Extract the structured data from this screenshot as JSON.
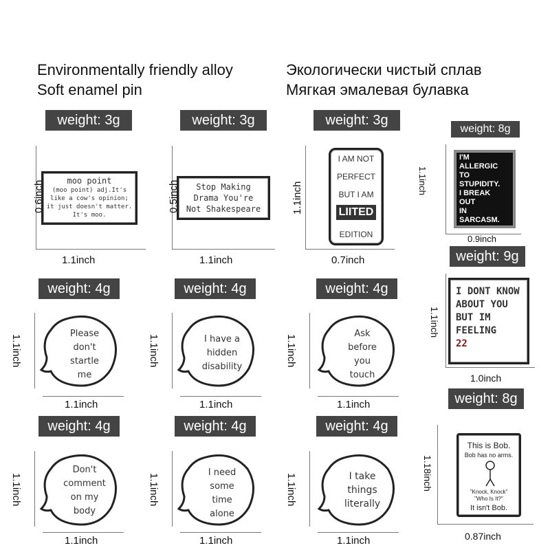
{
  "header": {
    "en_line1": "Environmentally friendly alloy",
    "en_line2": "Soft enamel pin",
    "ru_line1": "Экологически чистый сплав",
    "ru_line2": "Мягкая эмалевая булавка"
  },
  "pins": [
    {
      "weight": "weight: 3g",
      "width": "1.1inch",
      "height": "0.6inch",
      "text": [
        "moo point",
        "(moo point) adj.It's",
        "like a cow's opinion;",
        "it just doesn't matter.",
        "It's moo."
      ]
    },
    {
      "weight": "weight: 3g",
      "width": "1.1inch",
      "height": "0.5inch",
      "text": [
        "Stop Making",
        "Drama You're",
        "Not Shakespeare"
      ]
    },
    {
      "weight": "weight: 3g",
      "width": "0.7inch",
      "height": "1.1inch",
      "text": [
        "I AM NOT",
        "PERFECT",
        "BUT I AM",
        "LIITED",
        "EDITION"
      ]
    },
    {
      "weight": "weight: 8g",
      "width": "0.9inch",
      "height": "1.1inch",
      "text": [
        "I'M",
        "ALLERGIC",
        "TO",
        "STUPIDITY.",
        "I BREAK",
        "OUT",
        "IN",
        "SARCASM."
      ]
    },
    {
      "weight": "weight: 4g",
      "width": "1.1inch",
      "height": "1.1inch",
      "text": [
        "Please",
        "don't",
        "startle",
        "me"
      ]
    },
    {
      "weight": "weight: 4g",
      "width": "1.1inch",
      "height": "1.1inch",
      "text": [
        "I have a",
        "hidden",
        "disability"
      ]
    },
    {
      "weight": "weight: 4g",
      "width": "1.1inch",
      "height": "1.1inch",
      "text": [
        "Ask",
        "before",
        "you",
        "touch"
      ]
    },
    {
      "weight": "weight: 9g",
      "width": "1.0inch",
      "height": "1.1inch",
      "text": [
        "I DONT KNOW",
        "ABOUT YOU",
        "BUT IM",
        "FEELING",
        "22"
      ]
    },
    {
      "weight": "weight: 4g",
      "width": "1.1inch",
      "height": "1.1inch",
      "text": [
        "Don't",
        "comment",
        "on my",
        "body"
      ]
    },
    {
      "weight": "weight: 4g",
      "width": "1.1inch",
      "height": "1.1inch",
      "text": [
        "I need",
        "some",
        "time",
        "alone"
      ]
    },
    {
      "weight": "weight: 4g",
      "width": "1.1inch",
      "height": "1.1inch",
      "text": [
        "I take",
        "things",
        "literally"
      ]
    },
    {
      "weight": "weight: 8g",
      "width": "0.87inch",
      "height": "1.18inch",
      "text": [
        "This is Bob.",
        "Bob has no arms.",
        "\"Knock, Knock\"",
        "\"Who Is It?\"",
        "It isn't Bob."
      ]
    }
  ]
}
